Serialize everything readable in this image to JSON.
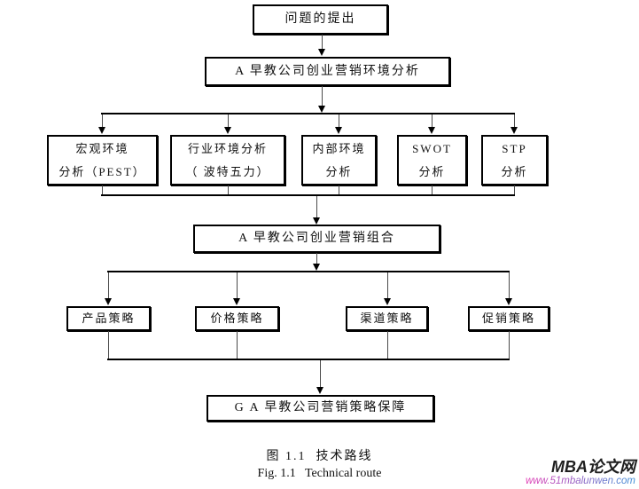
{
  "figure": {
    "nodes": {
      "problem": {
        "label": "问题的提出"
      },
      "env": {
        "label": "A 早教公司创业营销环境分析"
      },
      "macro": {
        "lines": [
          "宏观环境",
          "分析（PEST）"
        ]
      },
      "industry": {
        "lines": [
          "行业环境分析",
          "（ 波特五力）"
        ]
      },
      "internal": {
        "lines": [
          "内部环境",
          "分析"
        ]
      },
      "swot": {
        "lines": [
          "SWOT",
          "分析"
        ]
      },
      "stp": {
        "lines": [
          "STP",
          "分析"
        ]
      },
      "mix": {
        "label": "A 早教公司创业营销组合"
      },
      "product": {
        "label": "产品策略"
      },
      "price": {
        "label": "价格策略"
      },
      "channel": {
        "label": "渠道策略"
      },
      "promotion": {
        "label": "促销策略"
      },
      "guarantee": {
        "label": "G A 早教公司营销策略保障"
      }
    },
    "caption_zh": "图 1.1  技术路线",
    "caption_en": "Fig. 1.1   Technical route"
  },
  "watermark": {
    "site_name": "MBA论文网",
    "site_url": "www.51mbalunwen.com",
    "colors": {
      "name": "#1f1f1f",
      "url_start": "#e23ab4",
      "url_end": "#3b8ed6"
    }
  }
}
